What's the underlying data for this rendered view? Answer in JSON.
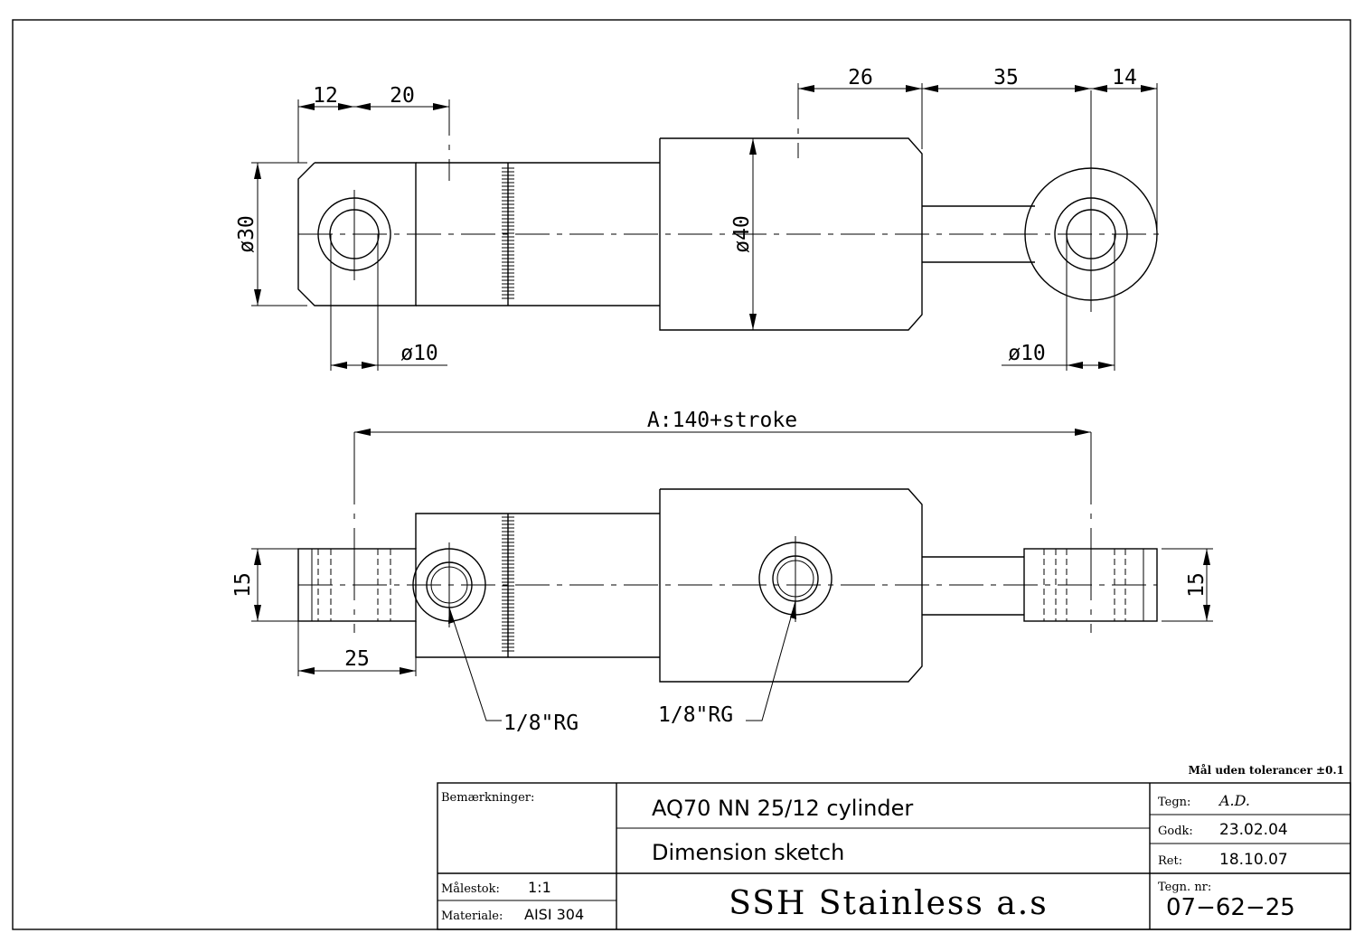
{
  "dimensions": {
    "d12": "12",
    "d20": "20",
    "d26": "26",
    "d35": "35",
    "d14": "14",
    "dia30": "ø30",
    "dia40": "ø40",
    "dia10_left": "ø10",
    "dia10_right": "ø10",
    "overall": "A:140+stroke",
    "h15_left": "15",
    "h15_right": "15",
    "d25": "25",
    "port_left": "1/8\"RG",
    "port_right": "1/8\"RG"
  },
  "tolerance_note": "Mål uden tolerancer ±0.1",
  "title_block": {
    "remarks_label": "Bemærkninger:",
    "title": "AQ70  NN  25/12  cylinder",
    "subtitle": "Dimension  sketch",
    "scale_label": "Målestok:",
    "scale_value": "1:1",
    "material_label": "Materiale:",
    "material_value": "AISI  304",
    "company": "SSH  Stainless  a.s",
    "drawn_label": "Tegn:",
    "drawn_value": "A.D.",
    "approved_label": "Godk:",
    "approved_value": "23.02.04",
    "revised_label": "Ret:",
    "revised_value": "18.10.07",
    "drawing_no_label": "Tegn. nr:",
    "drawing_no_value": "07−62−25"
  }
}
